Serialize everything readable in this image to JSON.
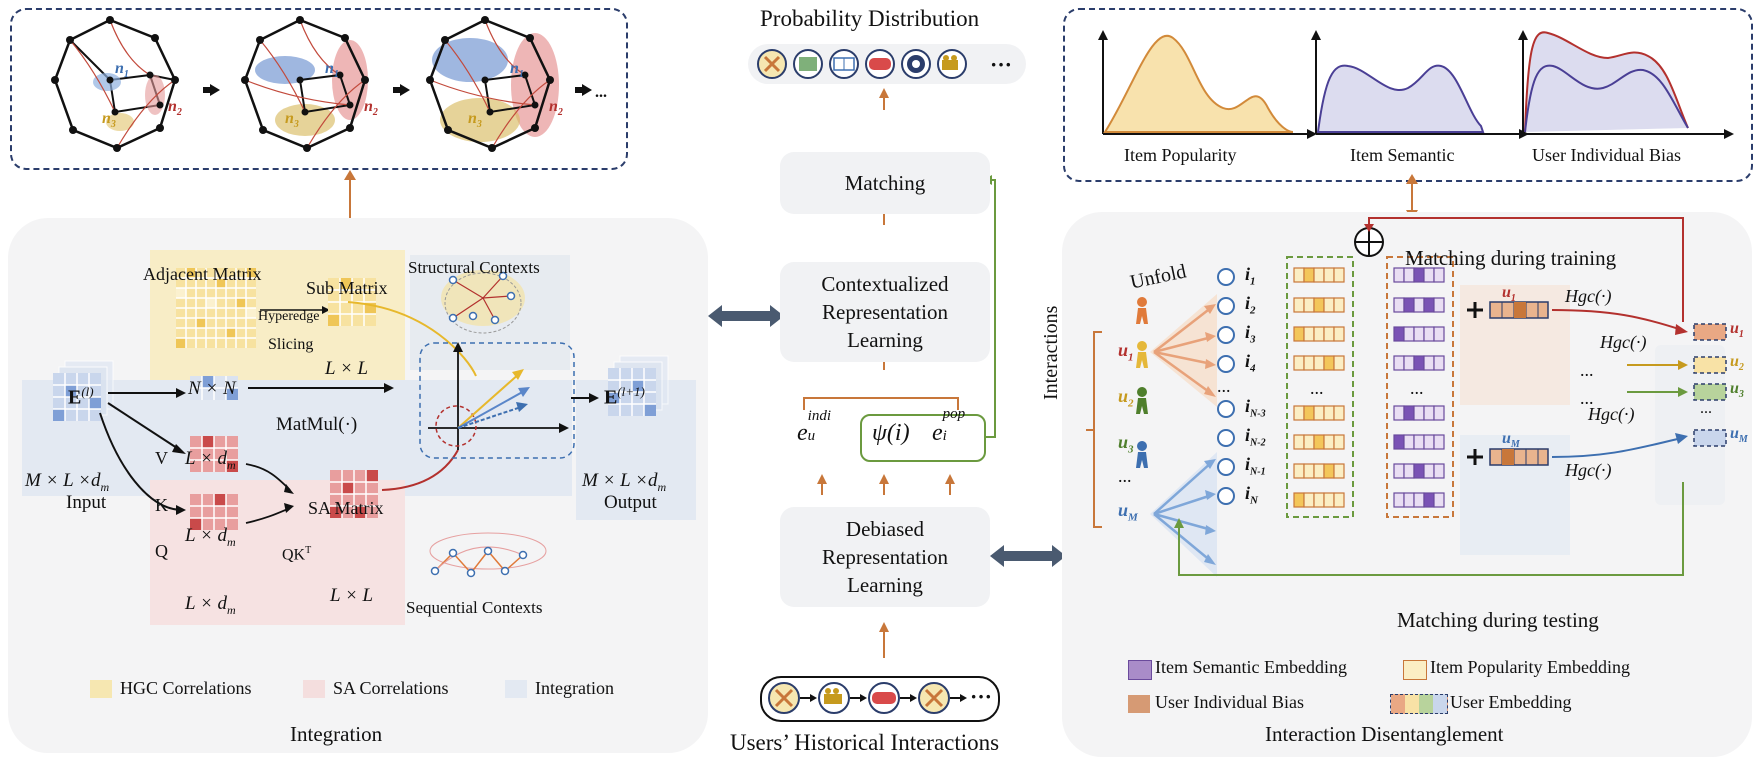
{
  "left": {
    "steps_ellipsis": "...",
    "hypergraph_labels": {
      "n1": "n",
      "n1_sub": "1",
      "n2": "n",
      "n2_sub": "2",
      "n3": "n",
      "n3_sub": "3"
    },
    "adjacent_matrix": "Adjacent Matrix",
    "sub_matrix": "Sub Matrix",
    "hyperedge": "Hyperedge",
    "slicing": "Slicing",
    "n_by_n": "N × N",
    "l_by_l_top": "L × L",
    "structural_contexts": "Structural Contexts",
    "sequential_contexts": "Sequential Contexts",
    "input_symbol": "E",
    "input_sup": "(l)",
    "input_dims": "M × L ×d",
    "input_dims_sub": "m",
    "input_label": "Input",
    "output_symbol": "E",
    "output_sup": "(l+1)",
    "output_dims": "M × L ×d",
    "output_dims_sub": "m",
    "output_label": "Output",
    "v": "V",
    "k": "K",
    "q": "Q",
    "ld_v": "L × d",
    "ld_k": "L × d",
    "ld_q": "L × d",
    "ld_sub": "m",
    "matmul": "MatMul(·)",
    "sa_matrix": "SA Matrix",
    "qkt": "QK",
    "qkt_sup": "T",
    "l_by_l_bottom": "L × L",
    "legend": [
      "HGC Correlations",
      "SA Correlations",
      "Integration"
    ],
    "title": "Integration"
  },
  "middle": {
    "top_title": "Probability Distribution",
    "matching": "Matching",
    "contextualized": [
      "Contextualized",
      "Representation",
      "Learning"
    ],
    "debiased": [
      "Debiased",
      "Representation",
      "Learning"
    ],
    "e_u": "e",
    "e_u_sub": "u",
    "e_u_sup": "indi",
    "psi": "ψ(i)",
    "e_i": "e",
    "e_i_sub": "i",
    "e_i_sup": "pop",
    "bottom_title": "Users’ Historical Interactions",
    "ellipsis": "···"
  },
  "right": {
    "curve_labels": [
      "Item Popularity",
      "Item Semantic",
      "User Individual Bias"
    ],
    "unfold": "Unfold",
    "interactions": "Interactions",
    "matching_training": "Matching during training",
    "matching_testing": "Matching during testing",
    "users": [
      {
        "name": "u",
        "sub": "1",
        "color": "#b3312e"
      },
      {
        "name": "u",
        "sub": "2",
        "color": "#c69a1e"
      },
      {
        "name": "u",
        "sub": "3",
        "color": "#4f7f2c"
      },
      {
        "name": "u",
        "sub": "M",
        "color": "#3d6fb0"
      }
    ],
    "users_ellipsis": "...",
    "items": [
      {
        "name": "i",
        "sub": "1"
      },
      {
        "name": "i",
        "sub": "2"
      },
      {
        "name": "i",
        "sub": "3"
      },
      {
        "name": "i",
        "sub": "4"
      },
      {
        "name": "i",
        "sub": "N-3"
      },
      {
        "name": "i",
        "sub": "N-2"
      },
      {
        "name": "i",
        "sub": "N-1"
      },
      {
        "name": "i",
        "sub": "N"
      }
    ],
    "items_ellipsis": "...",
    "emb_ellipsis": "...",
    "hgc": [
      "Hgc(·)",
      "Hgc(·)",
      "Hgc(·)",
      "Hgc(·)"
    ],
    "hgc_ellipsis": [
      "...",
      "..."
    ],
    "u1_label": "u",
    "u1_sub": "1",
    "um_label": "u",
    "um_sub": "M",
    "out_users": [
      {
        "name": "u",
        "sub": "1"
      },
      {
        "name": "u",
        "sub": "2"
      },
      {
        "name": "u",
        "sub": "3"
      },
      {
        "name": "u",
        "sub": "M"
      }
    ],
    "out_ellipsis": "...",
    "legend": [
      "Item Semantic Embedding",
      "Item Popularity Embedding",
      "User Individual Bias",
      "User Embedding"
    ],
    "title": "Interaction Disentanglement"
  },
  "colors": {
    "yellow": "#f6e7b1",
    "red": "#f4dede",
    "blue": "#e3e9f2",
    "orange_arrow": "#c8773a",
    "green_arrow": "#6b9a3f",
    "dark_red": "#b3312e",
    "navy": "#2b3d6b"
  }
}
